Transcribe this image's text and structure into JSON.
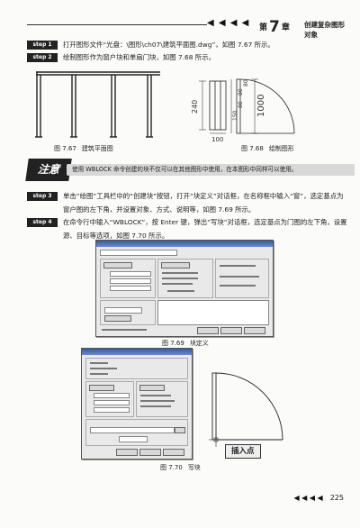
{
  "header": {
    "arrows": "◀ ◀ ◀ ◀",
    "chapter_prefix": "第",
    "chapter_num": "7",
    "chapter_suffix": "章",
    "chapter_title": "创建复杂图形对象"
  },
  "steps": [
    {
      "tag": "step 1",
      "text": "打开图形文件“光盘：\\图形\\ch07\\建筑平面图.dwg”，如图 7.67 所示。"
    },
    {
      "tag": "step 2",
      "text": "绘制图形作为窗户块和单扇门块，如图 7.68 所示。"
    },
    {
      "tag": "step 3",
      "text": "单击“绘图”工具栏中的“创建块”按钮，打开“块定义”对话框，在名称框中输入“窗”，选定基点为窗户图的左下角，并设置对象、方式、说明等，如图 7.69 所示。"
    },
    {
      "tag": "step 4",
      "text": "在命令行中输入“WBLOCK”，按 Enter 键，弹出“写块”对话框，选定基点为门图的左下角，设置源、目标等选项，如图 7.70 所示。"
    }
  ],
  "figures": {
    "f767": {
      "num": "图 7.67",
      "title": "建筑平面图"
    },
    "f768": {
      "num": "图 7.68",
      "title": "绘制图形",
      "dims": [
        "240",
        "1000",
        "150",
        "80",
        "80",
        "80",
        "100"
      ]
    },
    "f769": {
      "num": "图 7.69",
      "title": "块定义"
    },
    "f770": {
      "num": "图 7.70",
      "title": "写块",
      "tag": "插入点"
    }
  },
  "note": {
    "badge": "注意",
    "text": "使用 WBLOCK 命令创建的块不仅可以在其他图形中使用，在本图形中同样可以使用。"
  },
  "footer": {
    "arrows": "◀ ◀ ◀ ◀",
    "page": "225"
  }
}
